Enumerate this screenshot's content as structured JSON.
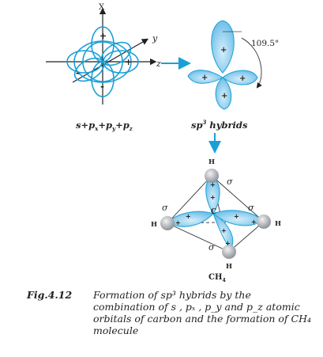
{
  "diagram": {
    "panel_left": {
      "axis_x": "X",
      "axis_y": "y",
      "axis_z": "z",
      "sign_top": "+",
      "sign_bottom": "-",
      "sign_left": "-",
      "sign_right": "+",
      "label_parts": [
        "s+p",
        "x",
        "+p",
        "y",
        "+p",
        "z"
      ]
    },
    "panel_hybrids": {
      "angle": "109.5°",
      "sign_top": "+",
      "sign_left": "+",
      "sign_right": "+",
      "sign_bottom": "+",
      "label_main": "sp",
      "label_sup": "3",
      "label_rest": " hybrids"
    },
    "panel_methane": {
      "h_top": "H",
      "h_left": "H",
      "h_right": "H",
      "h_bottom": "H",
      "carbon": "C",
      "sigma": "σ",
      "plus": "+",
      "formula_main": "CH",
      "formula_sub": "4"
    }
  },
  "caption": {
    "figure": "Fig.4.12",
    "text": "Formation of sp³ hybrids by the combination of s , pₓ , p_y and p_z atomic orbitals of carbon and the formation of CH₄ molecule"
  },
  "colors": {
    "lobe_fill": "#7cc6ea",
    "lobe_light": "#bfe3f5",
    "lobe_stroke": "#1aa0d8",
    "arrow": "#1aa0d8",
    "hydrogen": "#9a9fa6"
  }
}
